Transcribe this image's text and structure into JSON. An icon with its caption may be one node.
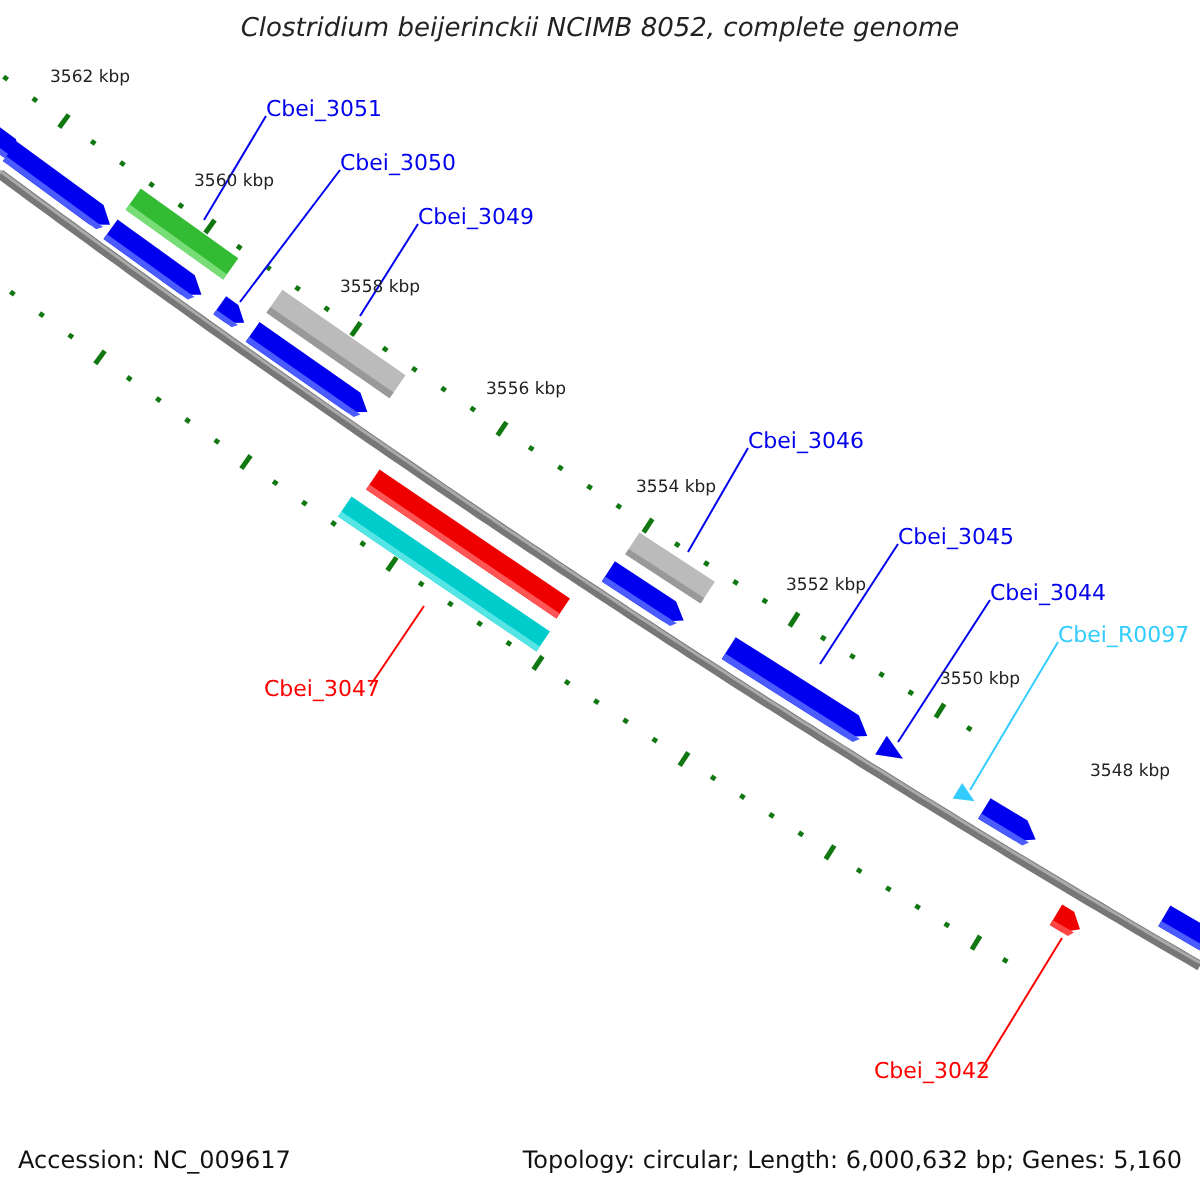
{
  "diagram": {
    "title": "Clostridium beijerinckii NCIMB 8052, complete genome",
    "nodes": [
      {
        "text": [
          "Cbei_3051"
        ]
      },
      {
        "text": [],
        "shape": "bar"
      },
      {
        "text": [
          "Cbei_3050"
        ]
      },
      {
        "text": [],
        "shape": "arrow"
      },
      {
        "text": [
          "Cbei_3049"
        ]
      },
      {
        "text": [],
        "shape": "bar"
      },
      {
        "text": [
          "Cbei_3046"
        ]
      },
      {
        "text": [],
        "shape": "bar"
      },
      {
        "text": [
          "Cbei_3045"
        ]
      },
      {
        "text": [],
        "shape": "arrow"
      },
      {
        "text": [
          "Cbei_3044"
        ]
      },
      {
        "text": [],
        "shape": "triangle"
      },
      {
        "text": [
          "Cbei_R0097"
        ]
      },
      {
        "text": [],
        "shape": "triangle"
      },
      {
        "text": [
          "Cbei_3047"
        ]
      },
      {
        "text": [],
        "shape": "bar"
      },
      {
        "text": [
          "Cbei_3042"
        ]
      },
      {
        "text": [],
        "shape": "arrow"
      },
      {
        "text": [],
        "shape": "arrow"
      },
      {
        "text": [],
        "shape": "arrow"
      },
      {
        "text": [],
        "shape": "arrow"
      },
      {
        "text": [],
        "shape": "arrow"
      },
      {
        "text": [],
        "shape": "bar"
      },
      {
        "text": [],
        "shape": "arrow"
      },
      {
        "text": [],
        "shape": "arrow"
      },
      {
        "text": [],
        "shape": "arrow"
      }
    ],
    "edges": [
      {
        "from": 0,
        "to": 1,
        "arrow": "none"
      },
      {
        "from": 2,
        "to": 3,
        "arrow": "none"
      },
      {
        "from": 4,
        "to": 5,
        "arrow": "none"
      },
      {
        "from": 6,
        "to": 7,
        "arrow": "none"
      },
      {
        "from": 8,
        "to": 9,
        "arrow": "none"
      },
      {
        "from": 10,
        "to": 11,
        "arrow": "none"
      },
      {
        "from": 12,
        "to": 13,
        "arrow": "none",
        "color": "#33ccff"
      },
      {
        "from": 14,
        "to": 15,
        "arrow": "none",
        "color": "#ff0000"
      },
      {
        "from": 16,
        "to": 17,
        "arrow": "none",
        "color": "#ff0000"
      }
    ],
    "labels": [
      "3562 kbp",
      "3560 kbp",
      "3558 kbp",
      "3556 kbp",
      "3554 kbp",
      "3552 kbp",
      "3550 kbp",
      "3548 kbp",
      "Accession: NC_009617",
      "Topology: circular; Length: 6,000,632 bp; Genes: 5,160"
    ]
  }
}
